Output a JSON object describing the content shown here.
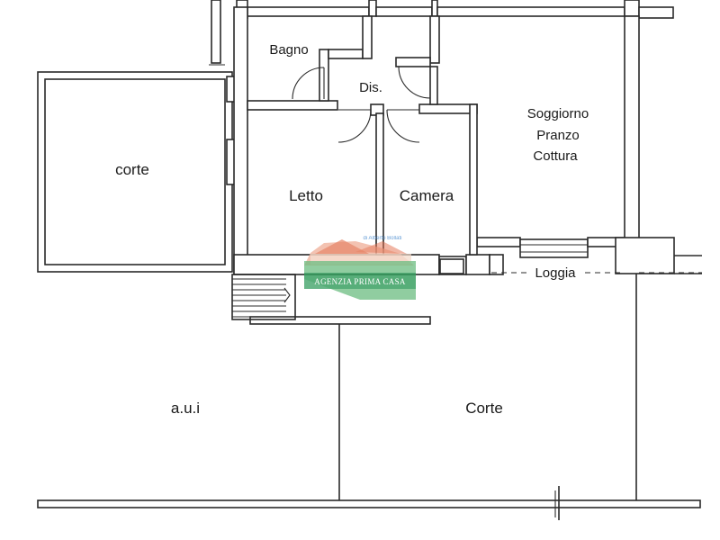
{
  "rooms": {
    "bagno": "Bagno",
    "dis": "Dis.",
    "soggiorno_line1": "Soggiorno",
    "soggiorno_line2": "Pranzo",
    "soggiorno_line3": "Cottura",
    "corte_left": "corte",
    "letto": "Letto",
    "camera": "Camera",
    "loggia": "Loggia",
    "aui": "a.u.i",
    "corte_main": "Corte"
  },
  "watermark": {
    "agency": "AGENZIA PRIMA CASA",
    "subtitle": "di Alberto Bollati",
    "colors": {
      "roof": "#e2704f",
      "grass": "#52b06b",
      "banner": "#2f9a5a"
    }
  },
  "colors": {
    "wall": "#2a2a2a",
    "background": "#ffffff"
  }
}
